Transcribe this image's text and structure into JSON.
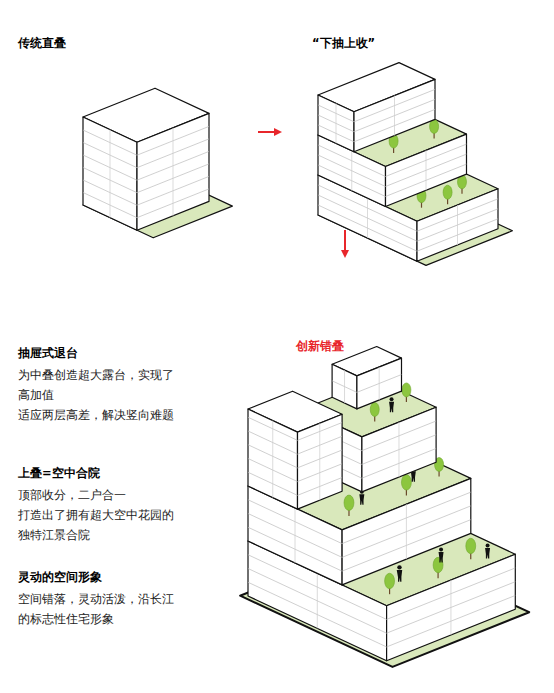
{
  "diagram": {
    "labels": [
      "传统直叠",
      "“下抽上收”",
      "抽屉式退台",
      "为中叠创造超大露台，实现了高加值",
      "适应两层高差，解决竖向难题",
      "创新错叠",
      "上叠=空中合院",
      "顶部收分，二户合一",
      "打造出了拥有超大空中花园的独特江景合院",
      "灵动的空间形象",
      "空间错落，灵动活泼，沿长江的标志性住宅形象"
    ]
  }
}
